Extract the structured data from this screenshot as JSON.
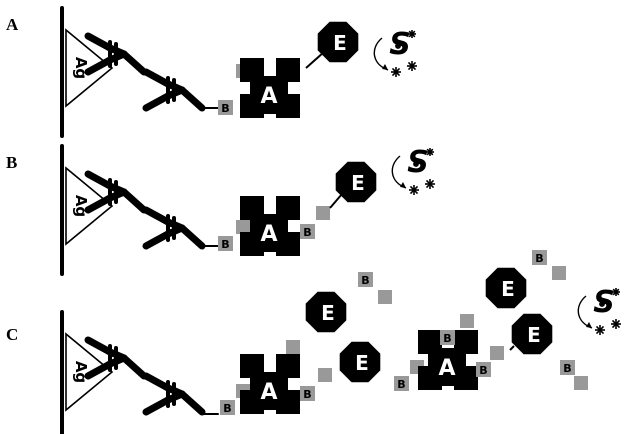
{
  "panels": [
    {
      "label": "A"
    },
    {
      "label": "B"
    },
    {
      "label": "C"
    }
  ],
  "labels": {
    "antigen": "Ag",
    "avidin": "A",
    "biotin": "B",
    "enzyme": "E",
    "substrate": "S"
  },
  "colors": {
    "black": "#000000",
    "biotin_fill": "#999999",
    "background": "#ffffff"
  }
}
